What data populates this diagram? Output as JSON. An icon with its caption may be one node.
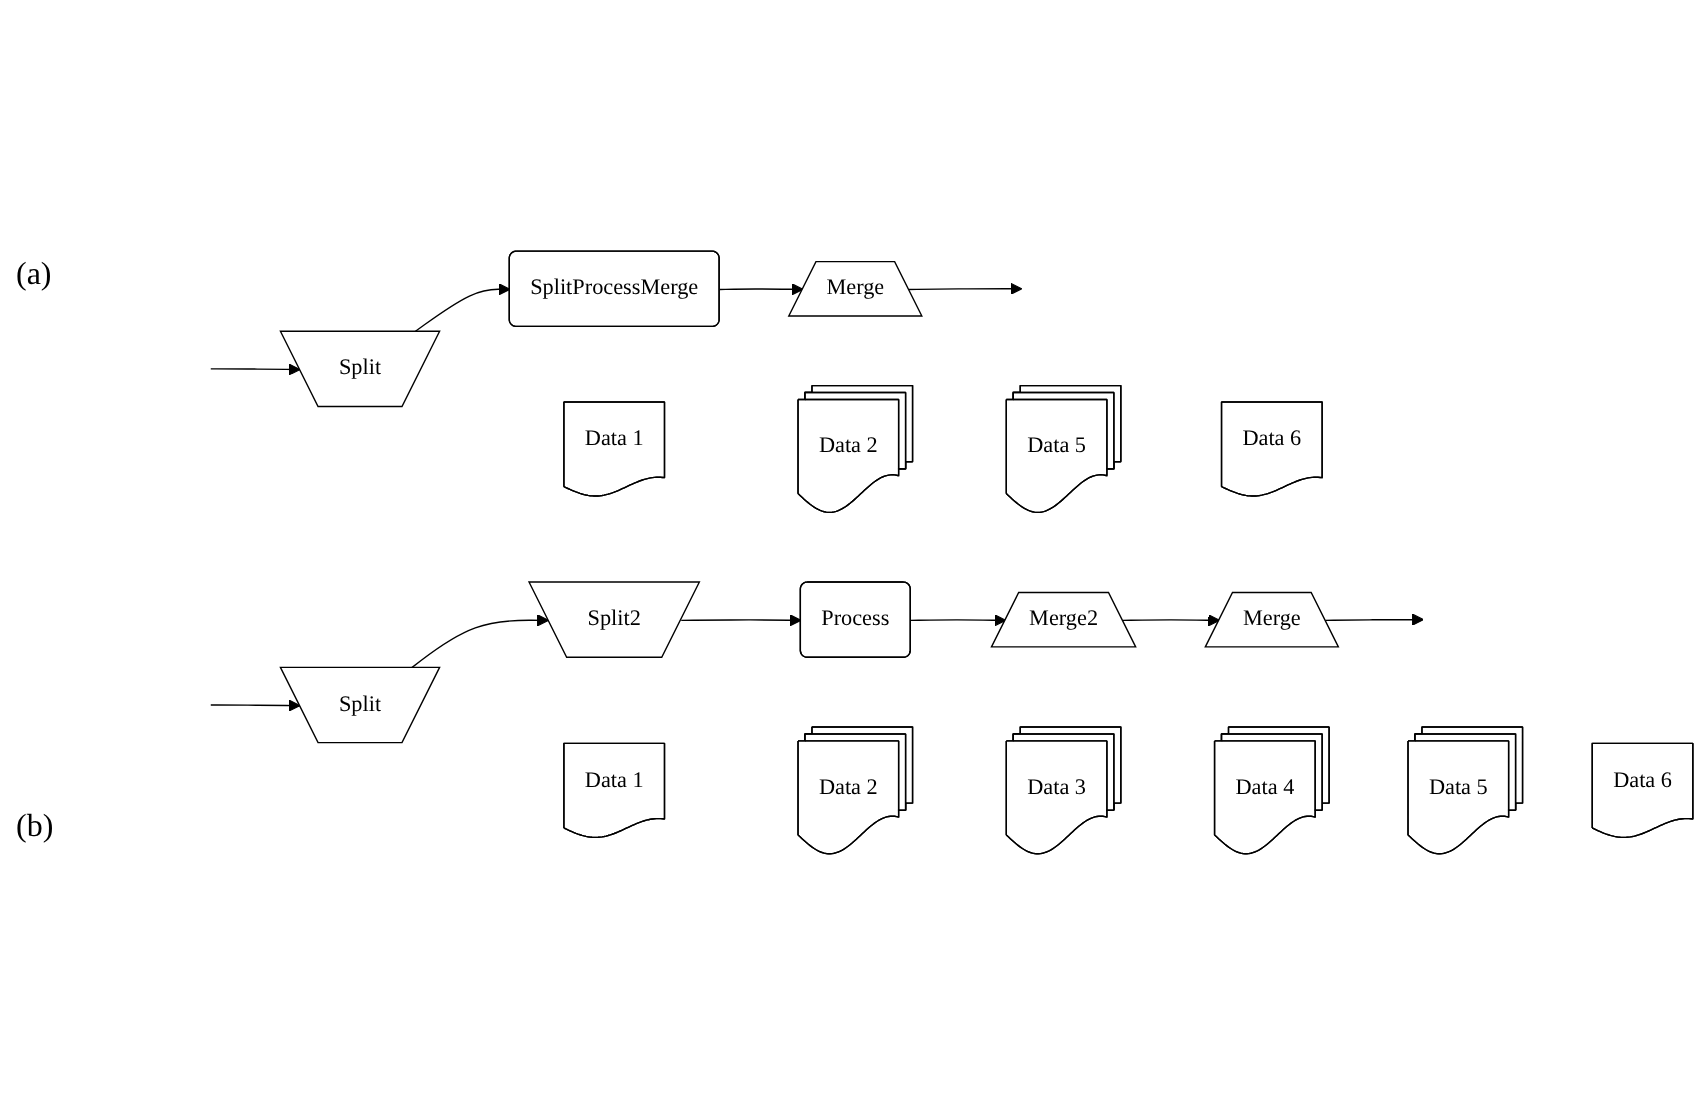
{
  "diagram": {
    "nodes": [
      {
        "text": [
          "Split"
        ]
      },
      {
        "text": [
          "SplitProcessMerge"
        ]
      },
      {
        "text": [
          "Merge"
        ]
      },
      {
        "text": [
          "Data 1"
        ]
      },
      {
        "text": [
          "Data 2"
        ]
      },
      {
        "text": [
          "Data 5"
        ]
      },
      {
        "text": [
          "Data 6"
        ]
      },
      {
        "text": [
          "Split"
        ]
      },
      {
        "text": [
          "Split2"
        ]
      },
      {
        "text": [
          "Process"
        ]
      },
      {
        "text": [
          "Merge2"
        ]
      },
      {
        "text": [
          "Merge"
        ]
      },
      {
        "text": [
          "Data 1"
        ]
      },
      {
        "text": [
          "Data 2"
        ]
      },
      {
        "text": [
          "Data 3"
        ]
      },
      {
        "text": [
          "Data 4"
        ]
      },
      {
        "text": [
          "Data 5"
        ]
      },
      {
        "text": [
          "Data 6"
        ]
      }
    ],
    "edges": [
      {
        "from": null,
        "to": 0,
        "arrow": "to"
      },
      {
        "from": 0,
        "to": 1,
        "arrow": "to"
      },
      {
        "from": 1,
        "to": 2,
        "arrow": "to"
      },
      {
        "from": 2,
        "to": null,
        "arrow": "to"
      },
      {
        "from": null,
        "to": 7,
        "arrow": "to"
      },
      {
        "from": 7,
        "to": 8,
        "arrow": "to"
      },
      {
        "from": 8,
        "to": 9,
        "arrow": "to"
      },
      {
        "from": 9,
        "to": 10,
        "arrow": "to"
      },
      {
        "from": 10,
        "to": 11,
        "arrow": "to"
      },
      {
        "from": 11,
        "to": null,
        "arrow": "to"
      }
    ],
    "labels": [
      "(a)",
      "(b)"
    ]
  }
}
